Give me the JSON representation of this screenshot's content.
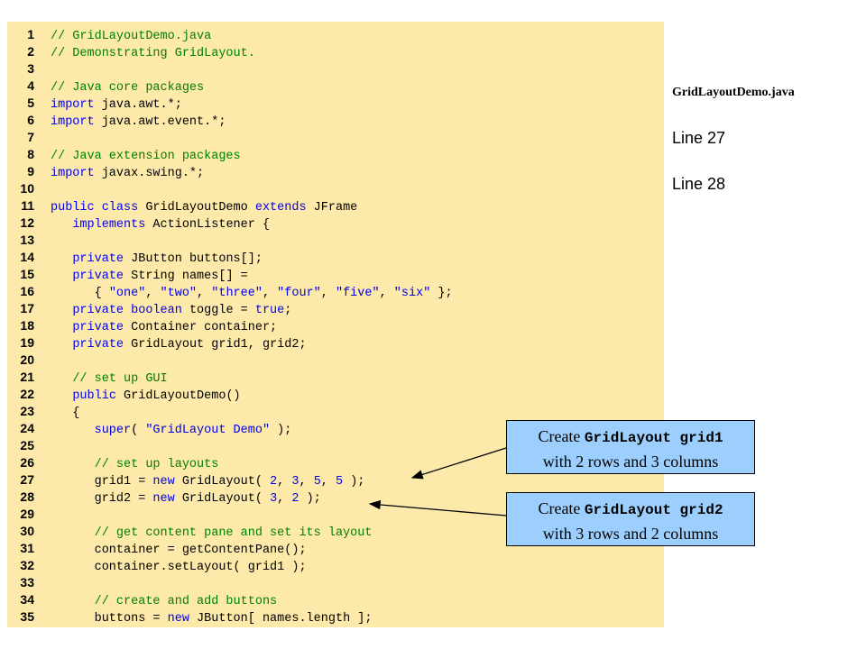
{
  "sidebar": {
    "filename": "GridLayoutDemo.java",
    "refs": [
      "Line 27",
      "Line 28"
    ]
  },
  "callouts": [
    {
      "prefix": "Create ",
      "code": "GridLayout grid1",
      "line2": "with 2 rows and 3 columns"
    },
    {
      "prefix": "Create ",
      "code": "GridLayout grid2",
      "line2": "with 3 rows and 2 columns"
    }
  ],
  "code_lines": [
    {
      "n": "1",
      "parts": [
        [
          "c",
          "// GridLayoutDemo.java"
        ]
      ]
    },
    {
      "n": "2",
      "parts": [
        [
          "c",
          "// Demonstrating GridLayout."
        ]
      ]
    },
    {
      "n": "3",
      "parts": []
    },
    {
      "n": "4",
      "parts": [
        [
          "c",
          "// Java core packages"
        ]
      ]
    },
    {
      "n": "5",
      "parts": [
        [
          "k",
          "import"
        ],
        [
          "n",
          " java.awt.*;"
        ]
      ]
    },
    {
      "n": "6",
      "parts": [
        [
          "k",
          "import"
        ],
        [
          "n",
          " java.awt.event.*;"
        ]
      ]
    },
    {
      "n": "7",
      "parts": []
    },
    {
      "n": "8",
      "parts": [
        [
          "c",
          "// Java extension packages"
        ]
      ]
    },
    {
      "n": "9",
      "parts": [
        [
          "k",
          "import"
        ],
        [
          "n",
          " javax.swing.*;"
        ]
      ]
    },
    {
      "n": "10",
      "parts": []
    },
    {
      "n": "11",
      "parts": [
        [
          "k",
          "public class"
        ],
        [
          "n",
          " GridLayoutDemo "
        ],
        [
          "k",
          "extends"
        ],
        [
          "n",
          " JFrame"
        ]
      ]
    },
    {
      "n": "12",
      "parts": [
        [
          "n",
          "   "
        ],
        [
          "k",
          "implements"
        ],
        [
          "n",
          " ActionListener {"
        ]
      ]
    },
    {
      "n": "13",
      "parts": []
    },
    {
      "n": "14",
      "parts": [
        [
          "n",
          "   "
        ],
        [
          "k",
          "private"
        ],
        [
          "n",
          " JButton buttons[];"
        ]
      ]
    },
    {
      "n": "15",
      "parts": [
        [
          "n",
          "   "
        ],
        [
          "k",
          "private"
        ],
        [
          "n",
          " String names[] ="
        ]
      ]
    },
    {
      "n": "16",
      "parts": [
        [
          "n",
          "      { "
        ],
        [
          "s",
          "\"one\""
        ],
        [
          "n",
          ", "
        ],
        [
          "s",
          "\"two\""
        ],
        [
          "n",
          ", "
        ],
        [
          "s",
          "\"three\""
        ],
        [
          "n",
          ", "
        ],
        [
          "s",
          "\"four\""
        ],
        [
          "n",
          ", "
        ],
        [
          "s",
          "\"five\""
        ],
        [
          "n",
          ", "
        ],
        [
          "s",
          "\"six\""
        ],
        [
          "n",
          " };"
        ]
      ]
    },
    {
      "n": "17",
      "parts": [
        [
          "n",
          "   "
        ],
        [
          "k",
          "private boolean"
        ],
        [
          "n",
          " toggle = "
        ],
        [
          "k",
          "true"
        ],
        [
          "n",
          ";"
        ]
      ]
    },
    {
      "n": "18",
      "parts": [
        [
          "n",
          "   "
        ],
        [
          "k",
          "private"
        ],
        [
          "n",
          " Container container;"
        ]
      ]
    },
    {
      "n": "19",
      "parts": [
        [
          "n",
          "   "
        ],
        [
          "k",
          "private"
        ],
        [
          "n",
          " GridLayout grid1, grid2;"
        ]
      ]
    },
    {
      "n": "20",
      "parts": []
    },
    {
      "n": "21",
      "parts": [
        [
          "n",
          "   "
        ],
        [
          "c",
          "// set up GUI"
        ]
      ]
    },
    {
      "n": "22",
      "parts": [
        [
          "n",
          "   "
        ],
        [
          "k",
          "public"
        ],
        [
          "n",
          " GridLayoutDemo()"
        ]
      ]
    },
    {
      "n": "23",
      "parts": [
        [
          "n",
          "   {"
        ]
      ]
    },
    {
      "n": "24",
      "parts": [
        [
          "n",
          "      "
        ],
        [
          "k",
          "super"
        ],
        [
          "n",
          "( "
        ],
        [
          "s",
          "\"GridLayout Demo\""
        ],
        [
          "n",
          " );"
        ]
      ]
    },
    {
      "n": "25",
      "parts": []
    },
    {
      "n": "26",
      "parts": [
        [
          "n",
          "      "
        ],
        [
          "c",
          "// set up layouts"
        ]
      ]
    },
    {
      "n": "27",
      "parts": [
        [
          "n",
          "      grid1 = "
        ],
        [
          "k",
          "new"
        ],
        [
          "n",
          " GridLayout( "
        ],
        [
          "s",
          "2"
        ],
        [
          "n",
          ", "
        ],
        [
          "s",
          "3"
        ],
        [
          "n",
          ", "
        ],
        [
          "s",
          "5"
        ],
        [
          "n",
          ", "
        ],
        [
          "s",
          "5"
        ],
        [
          "n",
          " );"
        ]
      ]
    },
    {
      "n": "28",
      "parts": [
        [
          "n",
          "      grid2 = "
        ],
        [
          "k",
          "new"
        ],
        [
          "n",
          " GridLayout( "
        ],
        [
          "s",
          "3"
        ],
        [
          "n",
          ", "
        ],
        [
          "s",
          "2"
        ],
        [
          "n",
          " );"
        ]
      ]
    },
    {
      "n": "29",
      "parts": []
    },
    {
      "n": "30",
      "parts": [
        [
          "n",
          "      "
        ],
        [
          "c",
          "// get content pane and set its layout"
        ]
      ]
    },
    {
      "n": "31",
      "parts": [
        [
          "n",
          "      container = getContentPane();"
        ]
      ]
    },
    {
      "n": "32",
      "parts": [
        [
          "n",
          "      container.setLayout( grid1 );"
        ]
      ]
    },
    {
      "n": "33",
      "parts": []
    },
    {
      "n": "34",
      "parts": [
        [
          "n",
          "      "
        ],
        [
          "c",
          "// create and add buttons"
        ]
      ]
    },
    {
      "n": "35",
      "parts": [
        [
          "n",
          "      buttons = "
        ],
        [
          "k",
          "new"
        ],
        [
          "n",
          " JButton[ names.length ];"
        ]
      ]
    }
  ]
}
